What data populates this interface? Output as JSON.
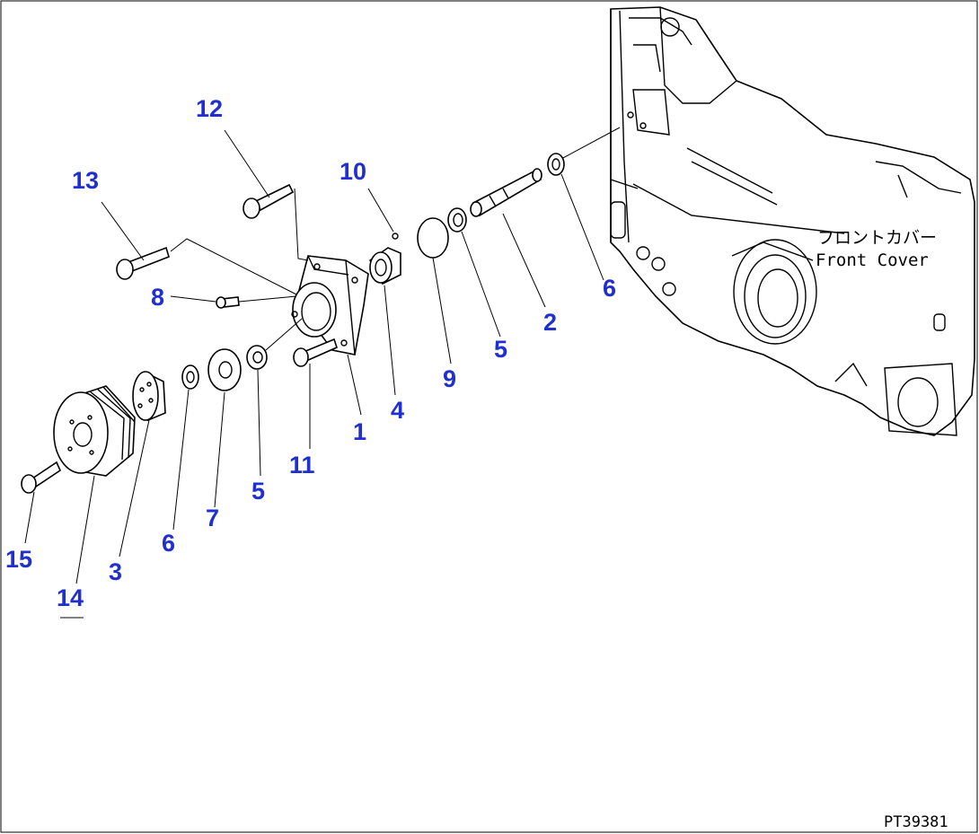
{
  "colors": {
    "callout": "#1f2fd0",
    "line": "#000000",
    "background": "#ffffff"
  },
  "front_cover": {
    "label_jp": "フロントカバー",
    "label_en": "Front Cover"
  },
  "drawing_code": "PT39381",
  "callouts": {
    "c1": "1",
    "c2": "2",
    "c3": "3",
    "c4": "4",
    "c5a": "5",
    "c5b": "5",
    "c6a": "6",
    "c6b": "6",
    "c7": "7",
    "c8": "8",
    "c9": "9",
    "c10": "10",
    "c11": "11",
    "c12": "12",
    "c13": "13",
    "c14": "14",
    "c15": "15"
  }
}
